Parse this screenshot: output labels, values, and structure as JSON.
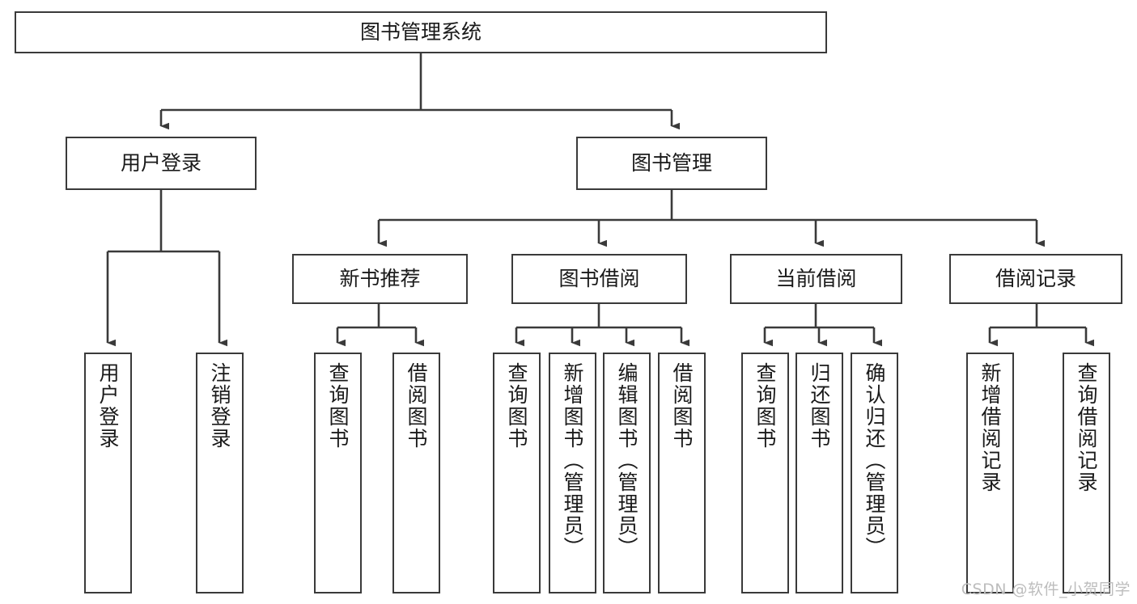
{
  "diagram": {
    "title": "图书管理系统",
    "type": "hierarchy-tree",
    "watermark": "CSDN @软件_小贺同学",
    "colors": {
      "box_stroke": "#3a3a3a",
      "box_fill": "#ffffff",
      "edge": "#3a3a3a",
      "text": "#1a1a1a",
      "watermark": "#bdbdbd"
    },
    "levels": {
      "level1": [
        {
          "id": "root",
          "label": "图书管理系统"
        }
      ],
      "level2": [
        {
          "id": "user-login",
          "label": "用户登录"
        },
        {
          "id": "book-manage",
          "label": "图书管理"
        }
      ],
      "level3": [
        {
          "id": "new-book-rec",
          "label": "新书推荐"
        },
        {
          "id": "book-borrow",
          "label": "图书借阅"
        },
        {
          "id": "current-borrow",
          "label": "当前借阅"
        },
        {
          "id": "borrow-record",
          "label": "借阅记录"
        }
      ],
      "level4": [
        {
          "id": "leaf-user-login",
          "label": "用户登录",
          "parent": "user-login"
        },
        {
          "id": "leaf-logout-login",
          "label": "注销登录",
          "parent": "user-login"
        },
        {
          "id": "leaf-query-book-1",
          "label": "查询图书",
          "parent": "new-book-rec"
        },
        {
          "id": "leaf-borrow-book-1",
          "label": "借阅图书",
          "parent": "new-book-rec"
        },
        {
          "id": "leaf-query-book-2",
          "label": "查询图书",
          "parent": "book-borrow"
        },
        {
          "id": "leaf-add-book",
          "label": "新增图书（管理员）",
          "parent": "book-borrow"
        },
        {
          "id": "leaf-edit-book",
          "label": "编辑图书（管理员）",
          "parent": "book-borrow"
        },
        {
          "id": "leaf-borrow-book-2",
          "label": "借阅图书",
          "parent": "book-borrow"
        },
        {
          "id": "leaf-query-book-3",
          "label": "查询图书",
          "parent": "current-borrow"
        },
        {
          "id": "leaf-return-book",
          "label": "归还图书",
          "parent": "current-borrow"
        },
        {
          "id": "leaf-confirm-return",
          "label": "确认归还（管理员）",
          "parent": "current-borrow"
        },
        {
          "id": "leaf-add-record",
          "label": "新增借阅记录",
          "parent": "borrow-record"
        },
        {
          "id": "leaf-query-record",
          "label": "查询借阅记录",
          "parent": "borrow-record"
        }
      ]
    }
  }
}
